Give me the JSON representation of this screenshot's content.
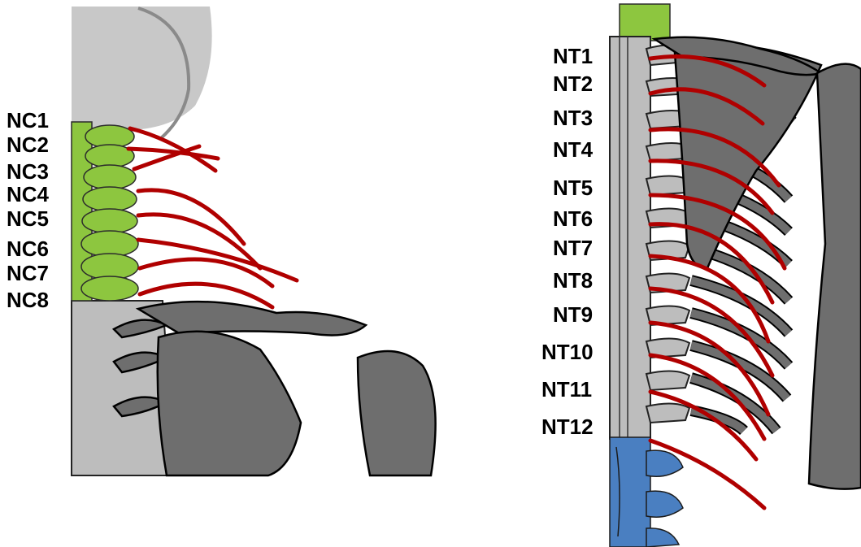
{
  "left_panel": {
    "labels": [
      "NC1",
      "NC2",
      "NC3",
      "NC4",
      "NC5",
      "NC6",
      "NC7",
      "NC8"
    ]
  },
  "right_panel": {
    "labels": [
      "NT1",
      "NT2",
      "NT3",
      "NT4",
      "NT5",
      "NT6",
      "NT7",
      "NT8",
      "NT9",
      "NT10",
      "NT11",
      "NT12"
    ]
  },
  "colors": {
    "cervical": "#8dc63f",
    "thoracic_bone": "#6e6e6e",
    "lumbar": "#4a7fc1",
    "nerve": "#b00000",
    "skull": "#c8c8c8"
  }
}
